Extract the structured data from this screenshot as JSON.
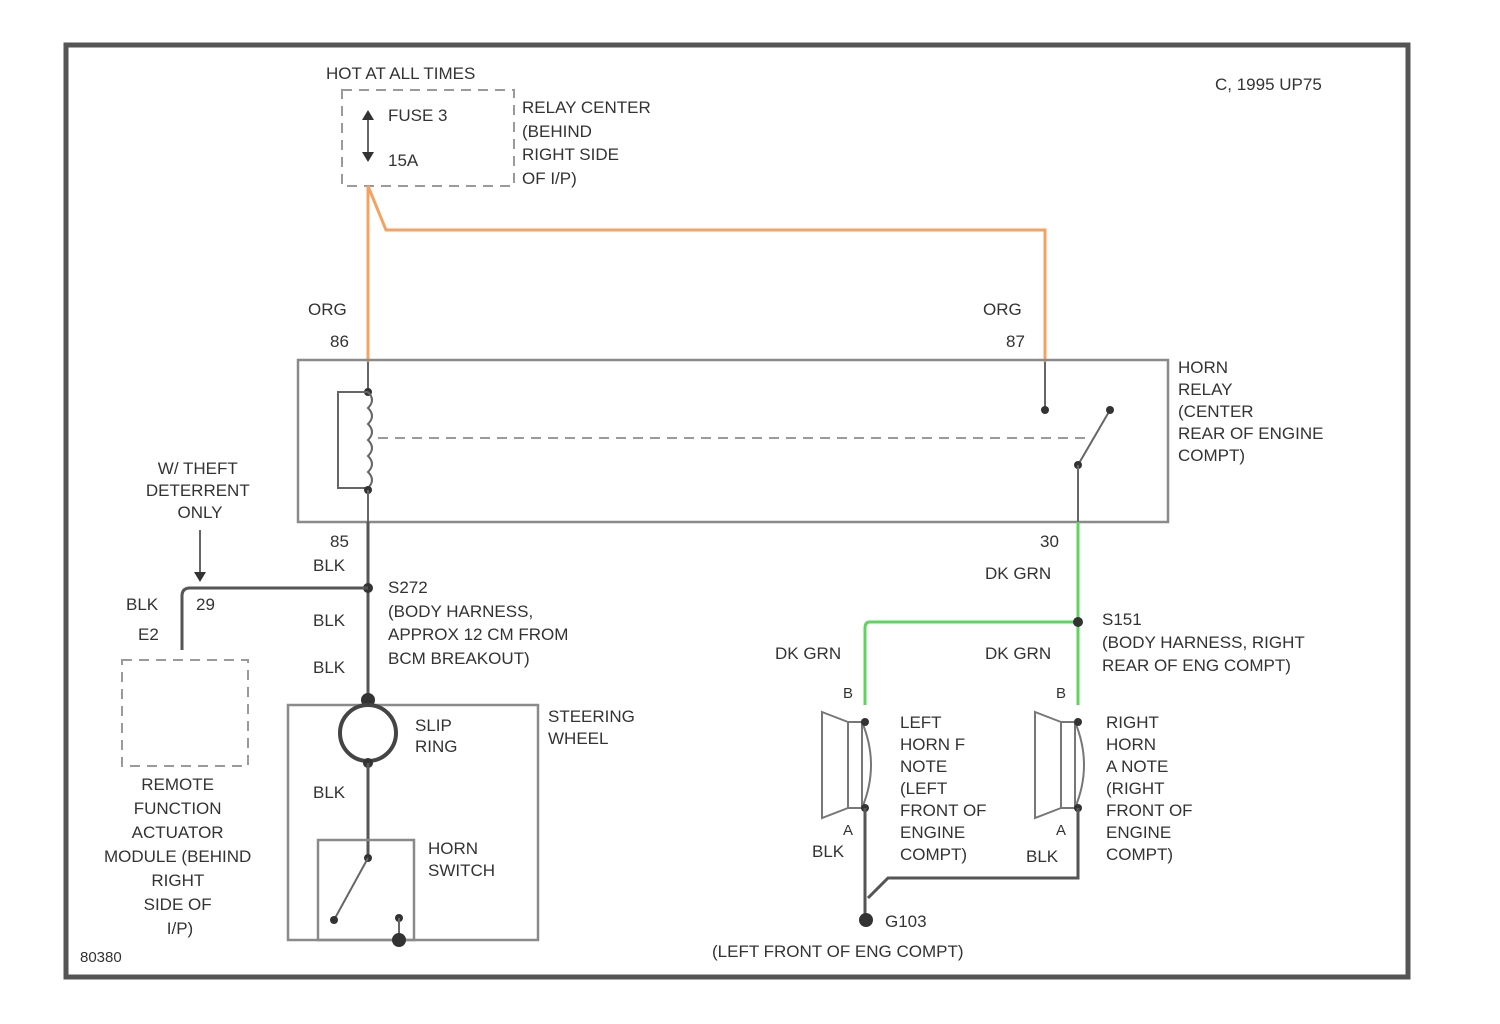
{
  "colors": {
    "orange_wire": "#f4a261",
    "green_wire": "#5cd65c",
    "black_wire": "#555555",
    "frame": "#555555"
  },
  "header": {
    "power_label": "HOT AT ALL TIMES",
    "model_note": "C, 1995 UP75"
  },
  "fuse": {
    "name": "FUSE 3",
    "rating": "15A",
    "location": [
      "RELAY CENTER",
      "(BEHIND",
      "RIGHT SIDE",
      "OF I/P)"
    ]
  },
  "relay": {
    "label": [
      "HORN",
      "RELAY",
      "(CENTER",
      "REAR OF ENGINE",
      "COMPT)"
    ],
    "pin_86": "86",
    "pin_87": "87",
    "pin_85": "85",
    "pin_30": "30"
  },
  "wires": {
    "org_left": "ORG",
    "org_right": "ORG",
    "blk_1": "BLK",
    "blk_2": "BLK",
    "blk_3": "BLK",
    "blk_4": "BLK",
    "blk_left_branch": "BLK",
    "dk_grn_1": "DK GRN",
    "dk_grn_2": "DK GRN",
    "dk_grn_3": "DK GRN",
    "blk_left_horn": "BLK",
    "blk_right_horn": "BLK"
  },
  "splices": {
    "s272": [
      "S272",
      "(BODY HARNESS,",
      "APPROX 12 CM FROM",
      "BCM BREAKOUT)"
    ],
    "s151": [
      "S151",
      "(BODY HARNESS, RIGHT",
      "REAR OF ENG COMPT)"
    ]
  },
  "anti_theft": {
    "note": [
      "W/ THEFT",
      "DETERRENT",
      "ONLY"
    ],
    "pin_a": "29",
    "pin_b": "E2",
    "module": [
      "REMOTE",
      "FUNCTION",
      "ACTUATOR",
      "MODULE (BEHIND",
      "RIGHT",
      "SIDE OF",
      "I/P)"
    ]
  },
  "steering": {
    "label": [
      "STEERING",
      "WHEEL"
    ],
    "slip_ring": [
      "SLIP",
      "RING"
    ],
    "horn_switch": [
      "HORN",
      "SWITCH"
    ]
  },
  "horns": {
    "left": [
      "LEFT",
      "HORN F",
      "NOTE",
      "(LEFT",
      "FRONT OF",
      "ENGINE",
      "COMPT)"
    ],
    "right": [
      "RIGHT",
      "HORN",
      "A NOTE",
      "(RIGHT",
      "FRONT OF",
      "ENGINE",
      "COMPT)"
    ],
    "pin_b": "B",
    "pin_a": "A"
  },
  "ground": {
    "id": "G103",
    "location": "(LEFT FRONT OF ENG COMPT)"
  },
  "footer": {
    "diagram_id": "80380"
  }
}
